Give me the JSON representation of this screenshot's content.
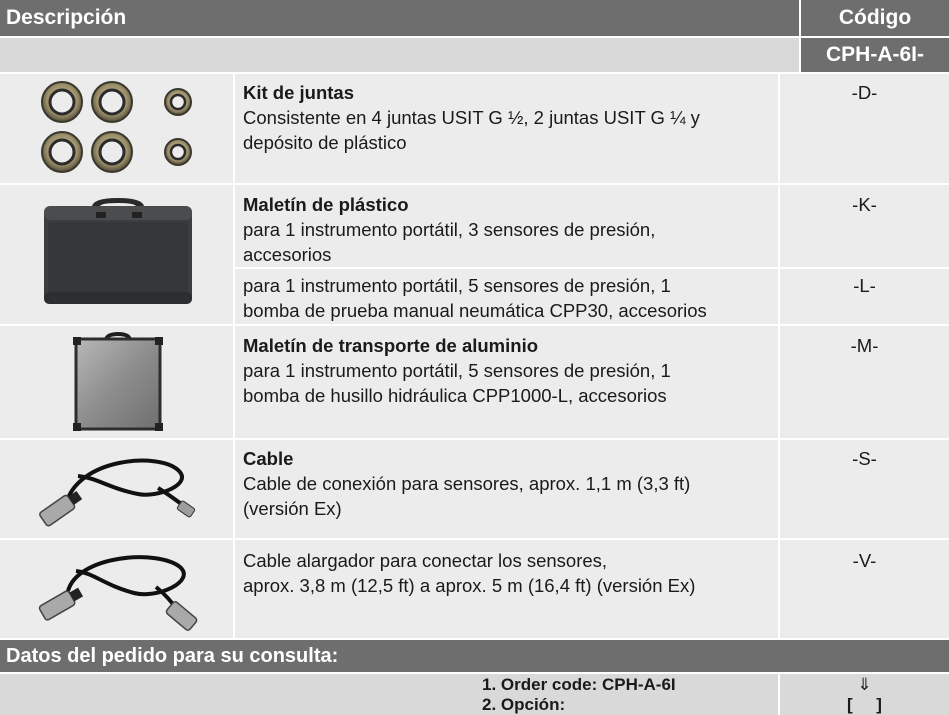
{
  "header": {
    "description": "Descripción",
    "code": "Código",
    "code_prefix": "CPH-A-6I-"
  },
  "rows": [
    {
      "title": "Kit de juntas",
      "lines": [
        "Consistente en 4 juntas USIT G ½, 2 juntas USIT G ¼ y",
        "depósito de plástico"
      ],
      "code": "-D-",
      "image": "sealing-rings-image"
    },
    {
      "title": "Maletín de plástico",
      "lines": [
        "para 1 instrumento portátil, 3 sensores de presión,",
        "accesorios"
      ],
      "code": "-K-",
      "image": "plastic-case-image"
    },
    {
      "title": "",
      "lines": [
        "para 1 instrumento portátil, 5 sensores de presión, 1",
        "bomba de prueba manual neumática CPP30, accesorios"
      ],
      "code": "-L-",
      "image": ""
    },
    {
      "title": "Maletín de transporte de aluminio",
      "lines": [
        "para 1 instrumento portátil, 5 sensores de presión, 1",
        "bomba de husillo hidráulica CPP1000-L, accesorios"
      ],
      "code": "-M-",
      "image": "aluminium-case-image"
    },
    {
      "title": "Cable",
      "lines": [
        "Cable de conexión para sensores, aprox. 1,1 m (3,3 ft)",
        "(versión Ex)"
      ],
      "code": "-S-",
      "image": "cable-image"
    },
    {
      "title": "",
      "lines": [
        "Cable alargador para conectar los sensores,",
        "aprox. 3,8 m (12,5 ft) a aprox. 5 m (16,4 ft) (versión Ex)"
      ],
      "code": "-V-",
      "image": "extension-cable-image"
    }
  ],
  "order": {
    "heading": "Datos del pedido para su consulta:",
    "line1": "1. Order code: CPH-A-6I",
    "line2": "2. Opción:",
    "arrow": "⇓",
    "bracket": "[     ]"
  },
  "colors": {
    "header_bg": "#6e6e6e",
    "subheader_bg": "#d9d9d9",
    "row_bg": "#ececec"
  }
}
